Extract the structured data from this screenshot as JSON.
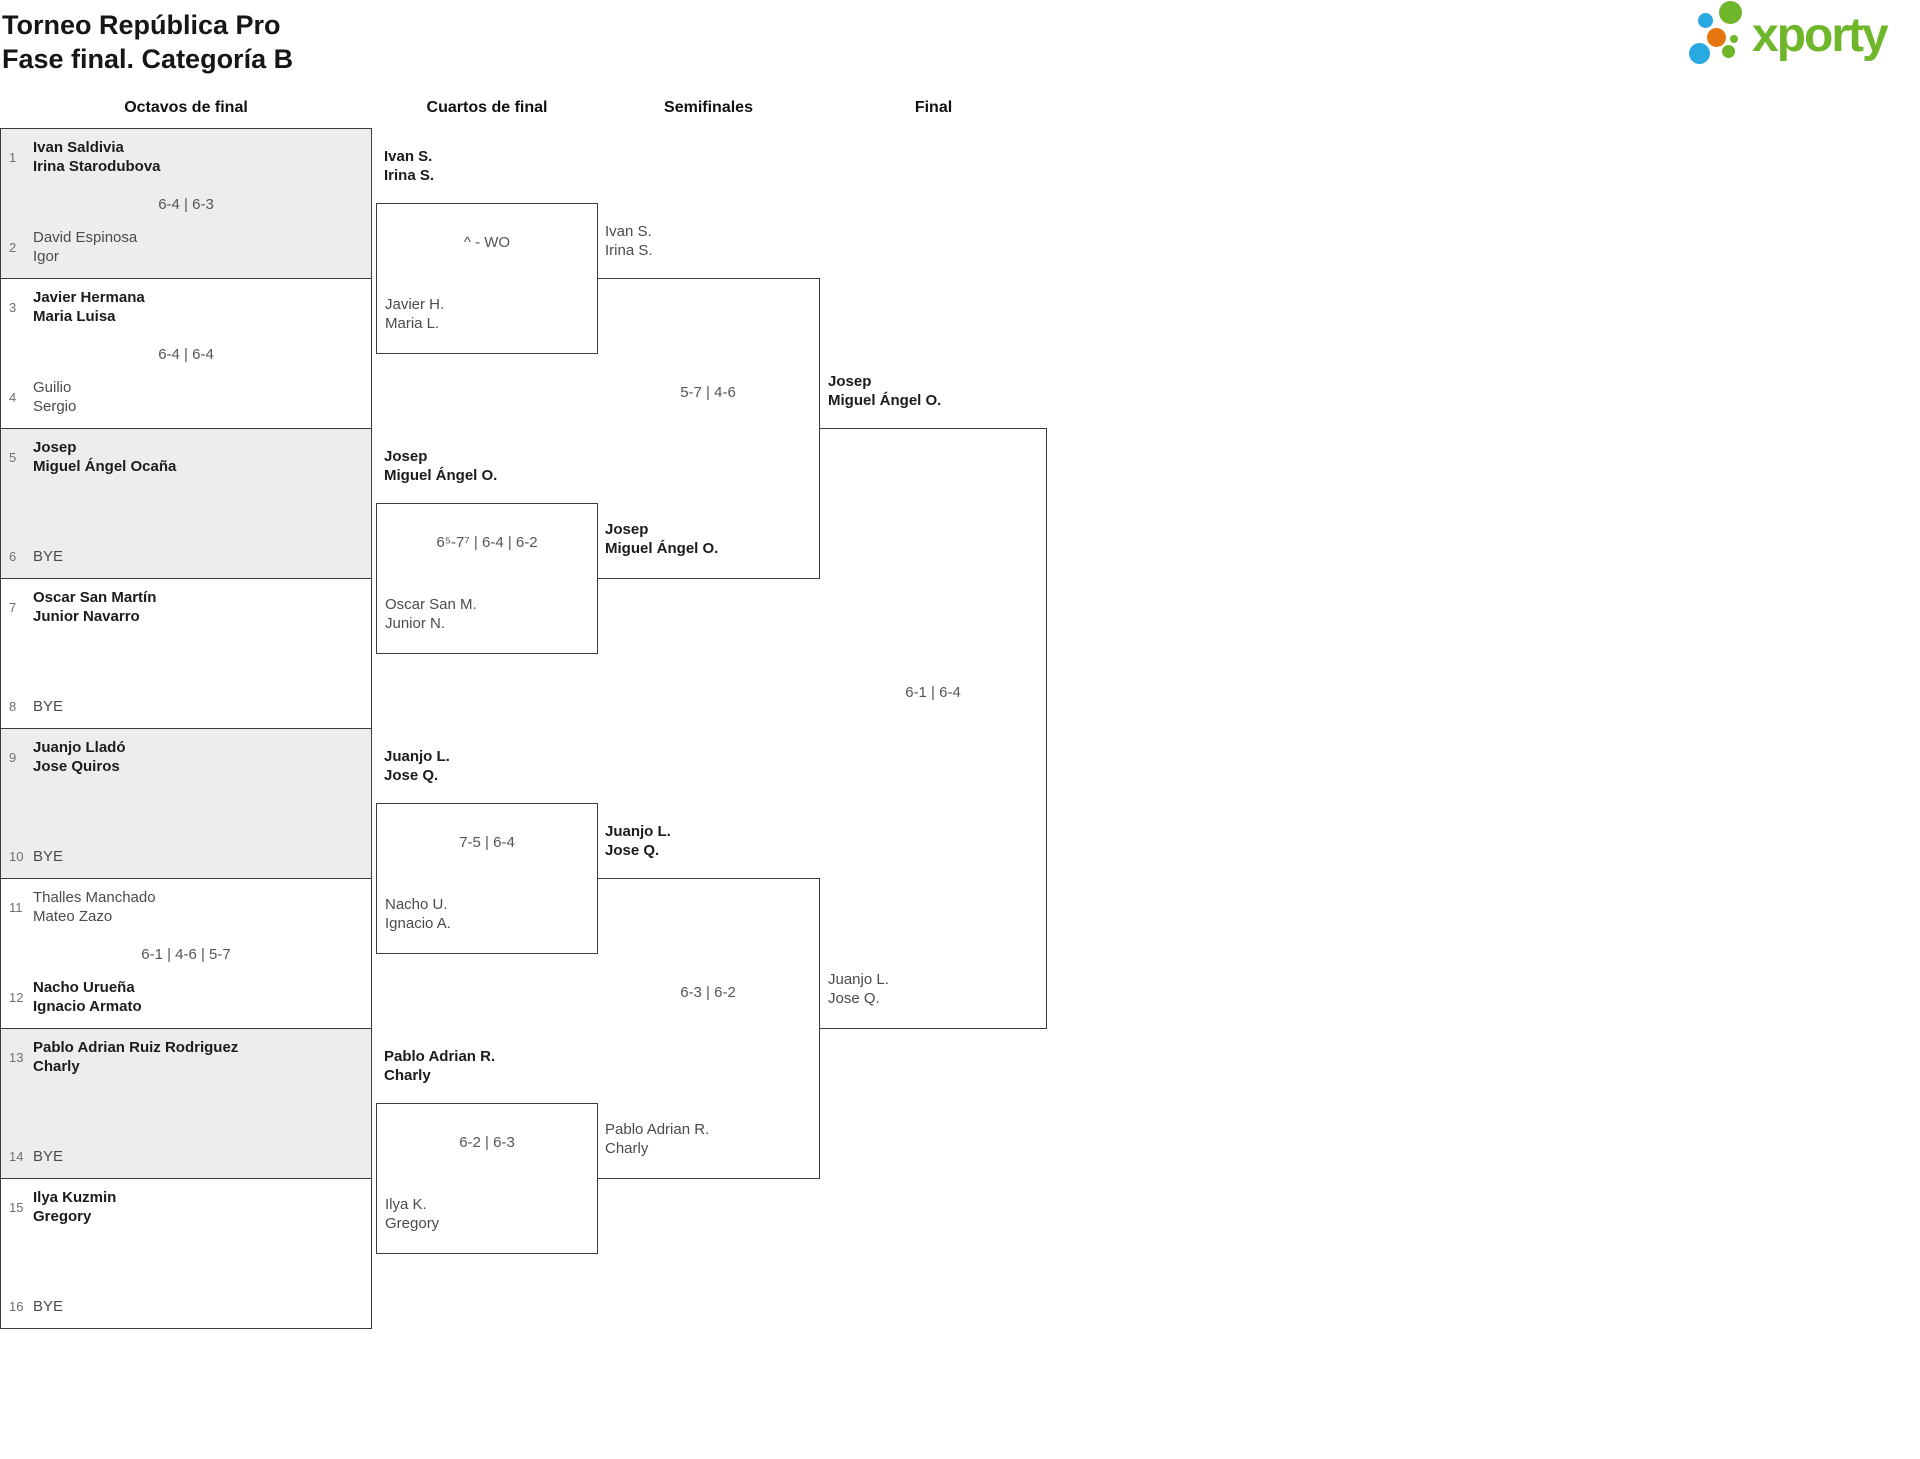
{
  "header": {
    "title": "Torneo República Pro",
    "subtitle": "Fase final. Categoría B"
  },
  "logo": {
    "brand": "xporty"
  },
  "colors": {
    "brand_green": "#70b62b",
    "brand_blue": "#2aa9e0",
    "brand_orange": "#e8760e",
    "box_fill": "#ededed",
    "border": "#3c3c3c"
  },
  "chart_data": {
    "type": "bracket",
    "title": "Torneo República Pro",
    "subtitle": "Fase final. Categoría B",
    "rounds": [
      "Octavos de final",
      "Cuartos de final",
      "Semifinales",
      "Final"
    ],
    "octavos": [
      {
        "seed_top": "1",
        "top": [
          "Ivan Saldivia",
          "Irina Starodubova"
        ],
        "top_winner": true,
        "score": "6-4 | 6-3",
        "seed_bot": "2",
        "bot": [
          "David Espinosa",
          "Igor"
        ],
        "bot_winner": false
      },
      {
        "seed_top": "3",
        "top": [
          "Javier Hermana",
          "Maria Luisa"
        ],
        "top_winner": true,
        "score": "6-4 | 6-4",
        "seed_bot": "4",
        "bot": [
          "Guilio",
          "Sergio"
        ],
        "bot_winner": false
      },
      {
        "seed_top": "5",
        "top": [
          "Josep",
          "Miguel Ángel Ocaña"
        ],
        "top_winner": true,
        "score": "",
        "seed_bot": "6",
        "bot": [
          "BYE"
        ],
        "bot_winner": false
      },
      {
        "seed_top": "7",
        "top": [
          "Oscar San Martín",
          "Junior Navarro"
        ],
        "top_winner": true,
        "score": "",
        "seed_bot": "8",
        "bot": [
          "BYE"
        ],
        "bot_winner": false
      },
      {
        "seed_top": "9",
        "top": [
          "Juanjo Lladó",
          "Jose Quiros"
        ],
        "top_winner": true,
        "score": "",
        "seed_bot": "10",
        "bot": [
          "BYE"
        ],
        "bot_winner": false
      },
      {
        "seed_top": "11",
        "top": [
          "Thalles Manchado",
          "Mateo Zazo"
        ],
        "top_winner": false,
        "score": "6-1 | 4-6 | 5-7",
        "seed_bot": "12",
        "bot": [
          "Nacho Urueña",
          "Ignacio Armato"
        ],
        "bot_winner": true
      },
      {
        "seed_top": "13",
        "top": [
          "Pablo Adrian Ruiz Rodriguez",
          "Charly"
        ],
        "top_winner": true,
        "score": "",
        "seed_bot": "14",
        "bot": [
          "BYE"
        ],
        "bot_winner": false
      },
      {
        "seed_top": "15",
        "top": [
          "Ilya Kuzmin",
          "Gregory"
        ],
        "top_winner": true,
        "score": "",
        "seed_bot": "16",
        "bot": [
          "BYE"
        ],
        "bot_winner": false
      }
    ],
    "cuartos": [
      {
        "top": [
          "Ivan S.",
          "Irina S."
        ],
        "top_winner": true,
        "score": "^ - WO",
        "bot": [
          "Javier H.",
          "Maria L."
        ],
        "bot_winner": false
      },
      {
        "top": [
          "Josep",
          "Miguel Ángel O."
        ],
        "top_winner": true,
        "score": "6⁵-7⁷ | 6-4 | 6-2",
        "bot": [
          "Oscar San M.",
          "Junior N."
        ],
        "bot_winner": false
      },
      {
        "top": [
          "Juanjo L.",
          "Jose Q."
        ],
        "top_winner": true,
        "score": "7-5 | 6-4",
        "bot": [
          "Nacho U.",
          "Ignacio A."
        ],
        "bot_winner": false
      },
      {
        "top": [
          "Pablo Adrian R.",
          "Charly"
        ],
        "top_winner": true,
        "score": "6-2 | 6-3",
        "bot": [
          "Ilya K.",
          "Gregory"
        ],
        "bot_winner": false
      }
    ],
    "semifinales": [
      {
        "top": [
          "Ivan S.",
          "Irina S."
        ],
        "top_winner": false,
        "score": "5-7 | 4-6",
        "bot": [
          "Josep",
          "Miguel Ángel O."
        ],
        "bot_winner": true
      },
      {
        "top": [
          "Juanjo L.",
          "Jose Q."
        ],
        "top_winner": true,
        "score": "6-3 | 6-2",
        "bot": [
          "Pablo Adrian R.",
          "Charly"
        ],
        "bot_winner": false
      }
    ],
    "final": [
      {
        "top": [
          "Josep",
          "Miguel Ángel O."
        ],
        "top_winner": true,
        "score": "6-1 | 6-4",
        "bot": [
          "Juanjo L.",
          "Jose Q."
        ],
        "bot_winner": false
      }
    ]
  }
}
